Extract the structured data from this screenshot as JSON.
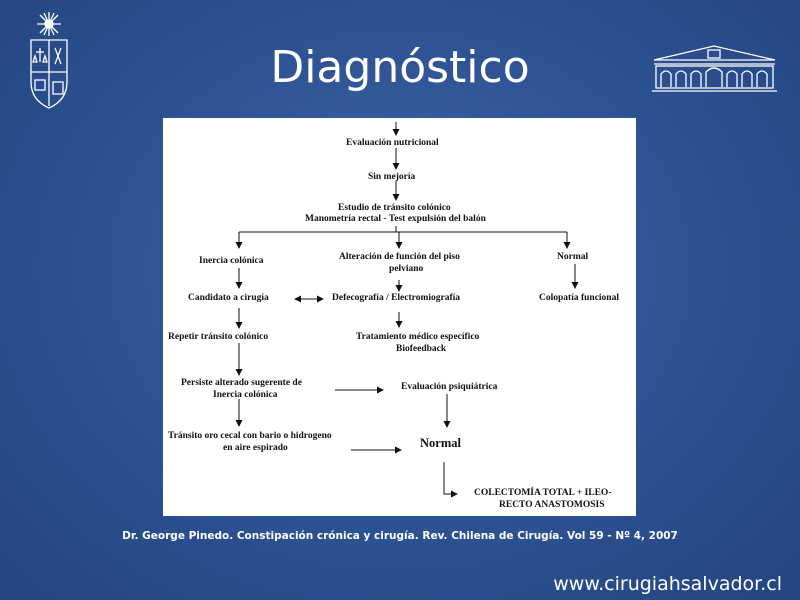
{
  "slide": {
    "title": "Diagnóstico",
    "citation": "Dr. George Pinedo. Constipación crónica y cirugía. Rev. Chilena de Cirugía. Vol 59 - Nº 4,  2007",
    "website": "www.cirugiahsalvador.cl"
  },
  "flowchart": {
    "nodes": {
      "evaluacion": "Evaluación nutricional",
      "sin_mejoria": "Sin mejoría",
      "estudio_1": "Estudio de tránsito colónico",
      "estudio_2": "Manometría rectal - Test expulsión del balón",
      "inercia": "Inercia colónica",
      "alteracion_1": "Alteración de función del piso",
      "alteracion_2": "pelviano",
      "normal_right": "Normal",
      "candidato": "Candidato a cirugía",
      "defecografia": "Defecografía / Electromiografía",
      "colopatia": "Colopatía funcional",
      "repetir": "Repetir tránsito colónico",
      "tratamiento_1": "Tratamiento médico específico",
      "tratamiento_2": "Biofeedback",
      "persiste_1": "Persiste alterado sugerente de",
      "persiste_2": "Inercia colónica",
      "evaluacion_psiq": "Evaluación psiquiátrica",
      "transito_1": "Tránsito oro cecal con bario o hidrogeno",
      "transito_2": "en aire espirado",
      "normal_center": "Normal",
      "colectomia_1": "COLECTOMÍA TOTAL + ILEO-",
      "colectomia_2": "RECTO ANASTOMOSIS"
    }
  }
}
